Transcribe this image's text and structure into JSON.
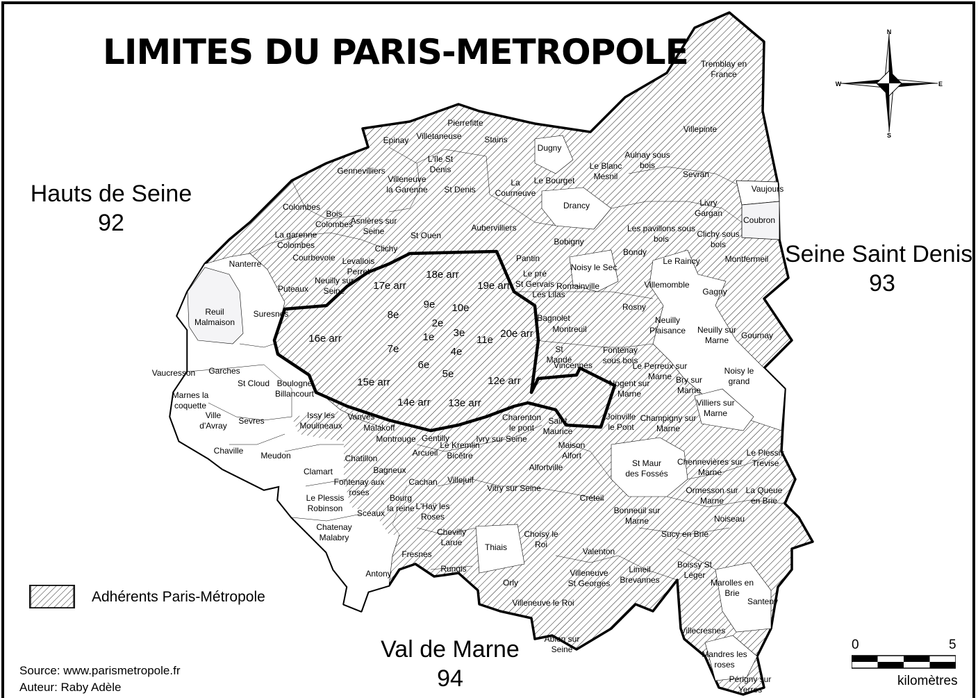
{
  "title": "LIMITES DU PARIS-METROPOLE",
  "departments": [
    {
      "id": "hauts-de-seine",
      "name": "Hauts de Seine",
      "number": "92"
    },
    {
      "id": "seine-saint-denis",
      "name": "Seine Saint Denis",
      "number": "93"
    },
    {
      "id": "val-de-marne",
      "name": "Val de Marne",
      "number": "94"
    }
  ],
  "legend": {
    "label": "Adhérents Paris-Métropole",
    "pattern": "diagonal-hatch"
  },
  "source": "Source: www.parismetropole.fr",
  "author": "Auteur: Raby Adèle",
  "scale": {
    "min": "0",
    "max": "5",
    "unit": "kilomètres"
  },
  "compass": {
    "n": "N",
    "s": "S",
    "e": "E",
    "w": "W"
  },
  "colors": {
    "outline": "#000000",
    "hatch": "#000000",
    "background": "#ffffff",
    "non_member": "#f4f4f6"
  },
  "arrondissements": [
    "1e",
    "2e",
    "3e",
    "4e",
    "5e",
    "6e",
    "7e",
    "8e",
    "9e",
    "10e",
    "11e",
    "12e arr",
    "13e arr",
    "14e arr",
    "15e arr",
    "16e arr",
    "17e arr",
    "18e arr",
    "19e arr",
    "20e arr"
  ],
  "communes": [
    "Tremblay en France",
    "Villepinte",
    "Sevran",
    "Vaujours",
    "Coubron",
    "Livry Gargan",
    "Clichy sous bois",
    "Montfermeil",
    "Aulnay sous bois",
    "Le Blanc Mesnil",
    "Dugny",
    "Stains",
    "Pierrefitte",
    "Villetaneuse",
    "Epinay",
    "L'île St Denis",
    "St Denis",
    "La Courneuve",
    "Le Bourget",
    "Drancy",
    "Gennevilliers",
    "Villeneuve la Garenne",
    "Colombes",
    "Bois Colombes",
    "Asnières sur Seine",
    "La garenne Colombes",
    "St Ouen",
    "Aubervilliers",
    "Clichy",
    "Bobigny",
    "Les pavillons sous bois",
    "Bondy",
    "Le Raincy",
    "Noisy le Sec",
    "Pantin",
    "Le pré St Gervais",
    "Les Lilas",
    "Romainville",
    "Villemomble",
    "Gagny",
    "Rosny",
    "Neuilly Plaisance",
    "Neuilly sur Marne",
    "Gournay",
    "Noisy le grand",
    "Bagnolet",
    "Montreuil",
    "St Mandé",
    "Vincennes",
    "Fontenay sous bois",
    "Le Perreux sur Marne",
    "Nogent sur Marne",
    "Bry sur Marne",
    "Villiers sur Marne",
    "Champigny sur Marne",
    "Joinville le Pont",
    "Nanterre",
    "Courbevoie",
    "Levallois Perret",
    "Neuilly sur Seine",
    "Puteaux",
    "Suresnes",
    "Reuil Malmaison",
    "Vaucresson",
    "Garches",
    "St Cloud",
    "Boulogne Billancourt",
    "Marnes la coquette",
    "Ville d'Avray",
    "Sevres",
    "Issy les Moulineaux",
    "Vanves",
    "Malakoff",
    "Montrouge",
    "Chaville",
    "Meudon",
    "Clamart",
    "Chatillon",
    "Bagneux",
    "Fontenay aux roses",
    "Le Plessis Robinson",
    "Sceaux",
    "Bourg la reine",
    "Chatenay Malabry",
    "Antony",
    "Gentilly",
    "Arcueil",
    "Le Kremlin Bicêtre",
    "Ivry sur Seine",
    "Charenton le pont",
    "Saint Maurice",
    "Maison Alfort",
    "Alfortville",
    "Cachan",
    "Villejuif",
    "L'Haÿ les Roses",
    "Vitry sur Seine",
    "Créteil",
    "St Maur des Fossés",
    "Chennevières sur Marne",
    "Le Plessis Trevise",
    "Ormesson sur Marne",
    "La Queue en Brie",
    "Noiseau",
    "Bonneuil sur Marne",
    "Sucy en Brie",
    "Chevilly Larue",
    "Thiais",
    "Choisy le Roi",
    "Valenton",
    "Fresnes",
    "Rungis",
    "Orly",
    "Villeneuve St Georges",
    "Limeil Brevannes",
    "Boissy St Léger",
    "Marolles en Brie",
    "Santeny",
    "Villeneuve le Roi",
    "Villecresnes",
    "Ablon sur Seine",
    "Mandres les roses",
    "Périgny sur Yerres"
  ]
}
